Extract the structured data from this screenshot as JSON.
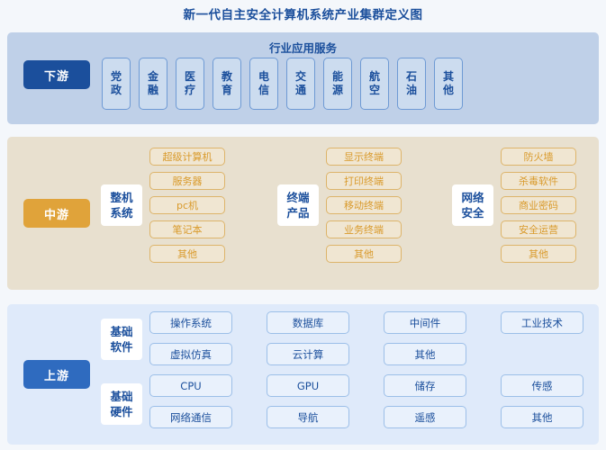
{
  "page": {
    "title": "新一代自主安全计算机系统产业集群定义图"
  },
  "colors": {
    "brand_blue": "#1b4f9c",
    "mid_orange": "#e0a33a",
    "upstream_blue": "#2f6bbf",
    "downstream_band": "#bfd0e8",
    "midstream_band": "#e8e0cf",
    "upstream_band": "#dfeafa"
  },
  "downstream": {
    "stage_label": "下游",
    "header": "行业应用服务",
    "items": [
      {
        "label": "党\n政"
      },
      {
        "label": "金\n融"
      },
      {
        "label": "医\n疗"
      },
      {
        "label": "教\n育"
      },
      {
        "label": "电\n信"
      },
      {
        "label": "交\n通"
      },
      {
        "label": "能\n源"
      },
      {
        "label": "航\n空"
      },
      {
        "label": "石\n油"
      },
      {
        "label": "其\n他"
      }
    ]
  },
  "midstream": {
    "stage_label": "中游",
    "groups": [
      {
        "category": "整机\n系统",
        "items": [
          "超级计算机",
          "服务器",
          "pc机",
          "笔记本",
          "其他"
        ]
      },
      {
        "category": "终端\n产品",
        "items": [
          "显示终端",
          "打印终端",
          "移动终端",
          "业务终端",
          "其他"
        ]
      },
      {
        "category": "网络\n安全",
        "items": [
          "防火墙",
          "杀毒软件",
          "商业密码",
          "安全运营",
          "其他"
        ]
      }
    ]
  },
  "upstream": {
    "stage_label": "上游",
    "categories": [
      "基础\n软件",
      "基础\n硬件"
    ],
    "grid": [
      [
        "操作系统",
        "数据库",
        "中间件",
        "工业技术"
      ],
      [
        "虚拟仿真",
        "云计算",
        "其他",
        ""
      ],
      [
        "CPU",
        "GPU",
        "储存",
        "传感"
      ],
      [
        "网络通信",
        "导航",
        "遥感",
        "其他"
      ]
    ]
  }
}
